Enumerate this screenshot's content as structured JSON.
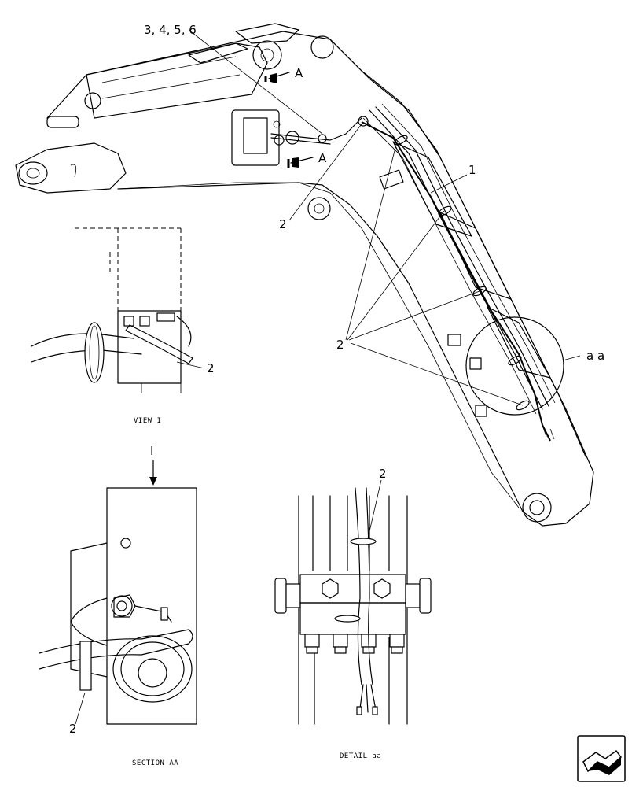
{
  "callouts": {
    "c3456": "3, 4, 5, 6",
    "c1": "1",
    "c2_top": "2",
    "c2_mid": "2",
    "c2_view": "2",
    "c2_detail": "2",
    "c2_section": "2",
    "section_a_upper": "A",
    "section_a_lower": "A",
    "detail_ref": "a a",
    "view_arrow": "I"
  },
  "captions": {
    "view": "VIEW I",
    "section": "SECTION AA",
    "detail": "DETAIL aa"
  },
  "nav": {
    "next_icon": "next-page-arrow-icon"
  }
}
